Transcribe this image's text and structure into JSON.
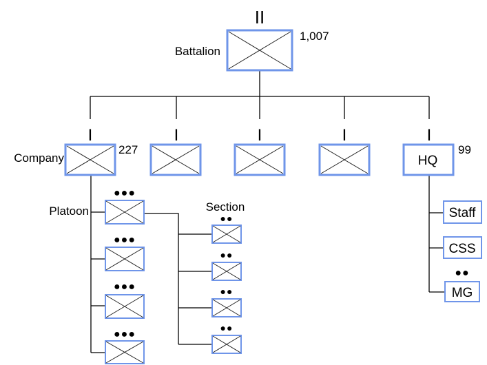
{
  "battalion": {
    "echelon": "II",
    "label": "Battalion",
    "strength": "1,007"
  },
  "company": {
    "echelon": "I",
    "label": "Company",
    "strength": "227"
  },
  "companies_echelon": [
    "I",
    "I",
    "I",
    "I"
  ],
  "hq": {
    "echelon": "I",
    "label": "HQ",
    "strength": "99",
    "sections": [
      {
        "label": "Staff",
        "echelon": ""
      },
      {
        "label": "CSS",
        "echelon": ""
      },
      {
        "label": "MG",
        "echelon": "●●"
      }
    ]
  },
  "platoon": {
    "label": "Platoon",
    "echelon": "●●●",
    "count": 4
  },
  "section": {
    "label": "Section",
    "echelon": "●●",
    "count": 4
  },
  "colors": {
    "box_border": "#6f95e9",
    "line": "#000000"
  }
}
